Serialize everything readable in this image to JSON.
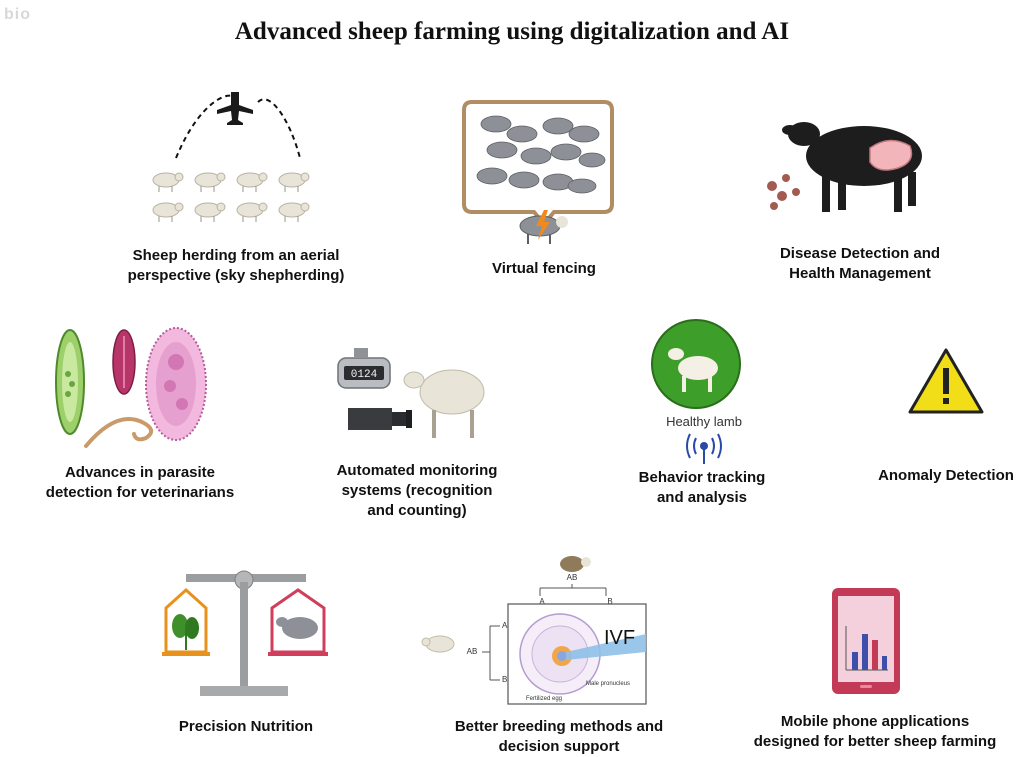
{
  "watermark": "bio",
  "title": "Advanced sheep farming using digitalization and AI",
  "panels": {
    "sky": {
      "line1": "Sheep herding from an aerial",
      "line2": "perspective (sky shepherding)"
    },
    "fence": {
      "line1": "Virtual fencing"
    },
    "disease": {
      "line1": "Disease Detection and",
      "line2": "Health Management"
    },
    "parasite": {
      "line1": "Advances in parasite",
      "line2": "detection for veterinarians"
    },
    "monitor": {
      "line1": "Automated monitoring",
      "line2": "systems (recognition",
      "line3": "and counting)",
      "counter": "0124"
    },
    "behavior": {
      "line1": "Behavior tracking",
      "line2": "and analysis",
      "badge": "Healthy lamb"
    },
    "anomaly": {
      "line1": "Anomaly Detection"
    },
    "nutrition": {
      "line1": "Precision Nutrition"
    },
    "breeding": {
      "line1": "Better breeding methods and",
      "line2": "decision support",
      "ivf": "IVF",
      "ab": "AB",
      "a": "A",
      "b": "B",
      "pronucleus": "Male pronucleus",
      "egg": "Fertilized egg"
    },
    "mobile": {
      "line1": "Mobile phone applications",
      "line2": "designed for better sheep farming"
    }
  },
  "colors": {
    "sheep_body": "#e9e4d8",
    "fleece_grey": "#8d9096",
    "green_badge": "#3e9e2a",
    "warning": "#f1dd18",
    "pink": "#e6a0cf",
    "phone": "#c23a55"
  }
}
